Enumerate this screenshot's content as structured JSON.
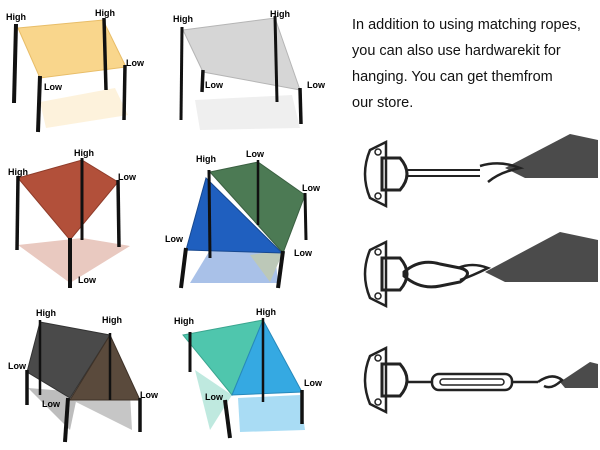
{
  "labels": {
    "high": "High",
    "low": "Low"
  },
  "description": {
    "lines": [
      "In addition to using matching ropes,",
      "you can also use hardwarekit for",
      "hanging. You can get themfrom",
      "our store."
    ]
  },
  "colors": {
    "sand": "#f9d68c",
    "grey": "#d6d6d6",
    "terracotta": "#b2503a",
    "green": "#4c7a54",
    "blue": "#1f5fbf",
    "charcoal": "#4a4a4a",
    "brown": "#5a4a3c",
    "turquoise": "#4fc6ad",
    "skyblue": "#35a9e2",
    "pole": "#111111",
    "hardware": "#555555"
  },
  "hardware": [
    {
      "name": "d-ring-plate-with-spring-hook",
      "type": "spring-hook"
    },
    {
      "name": "d-ring-plate-with-carabiner",
      "type": "carabiner"
    },
    {
      "name": "d-ring-plate-with-turnbuckle",
      "type": "turnbuckle"
    }
  ]
}
